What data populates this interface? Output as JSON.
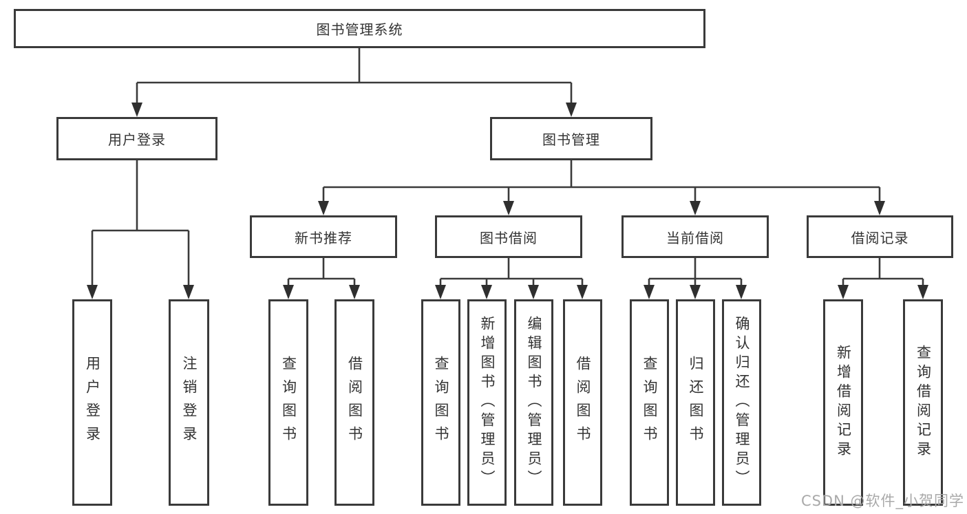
{
  "watermark": "CSDN @软件_小贺同学",
  "root": {
    "label": "图书管理系统"
  },
  "branches": [
    {
      "label": "用户登录",
      "children": [
        {
          "label": "用户登录"
        },
        {
          "label": "注销登录"
        }
      ]
    },
    {
      "label": "图书管理",
      "children": [
        {
          "label": "新书推荐",
          "children": [
            {
              "label": "查询图书"
            },
            {
              "label": "借阅图书"
            }
          ]
        },
        {
          "label": "图书借阅",
          "children": [
            {
              "label": "查询图书"
            },
            {
              "label": "新增图书（管理员）"
            },
            {
              "label": "编辑图书（管理员）"
            },
            {
              "label": "借阅图书"
            }
          ]
        },
        {
          "label": "当前借阅",
          "children": [
            {
              "label": "查询图书"
            },
            {
              "label": "归还图书"
            },
            {
              "label": "确认归还（管理员）"
            }
          ]
        },
        {
          "label": "借阅记录",
          "children": [
            {
              "label": "新增借阅记录"
            },
            {
              "label": "查询借阅记录"
            }
          ]
        }
      ]
    }
  ],
  "colors": {
    "line": "#3a3a3a",
    "arrow": "#2f2f2f",
    "text": "#333333",
    "watermark": "#a9a9a9",
    "background": "#ffffff"
  }
}
